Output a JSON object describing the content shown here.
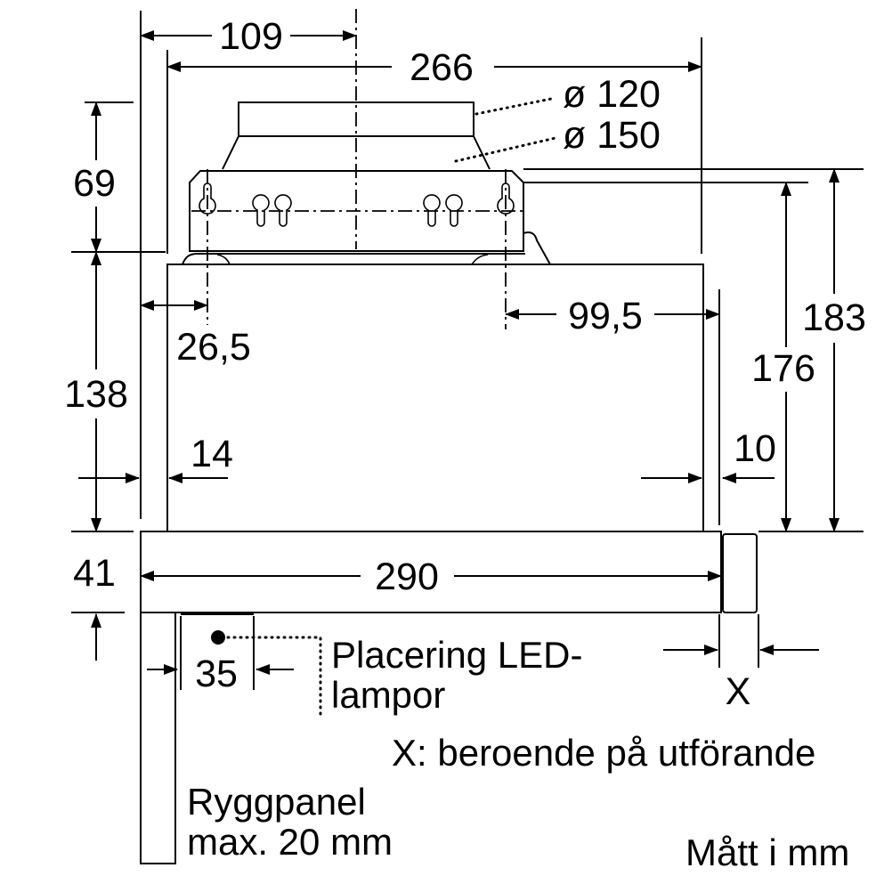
{
  "dimensions": {
    "top_offset": "109",
    "top_width": "266",
    "duct_small": "ø 120",
    "duct_large": "ø 150",
    "spigot_height": "69",
    "body_height": "138",
    "panel_height": "41",
    "bracket_left_offset": "26,5",
    "body_left_inset": "14",
    "bracket_right_offset": "99,5",
    "body_right_inset": "10",
    "height_176": "176",
    "height_183": "183",
    "panel_width": "290",
    "led_offset": "35",
    "variable_x": "X"
  },
  "labels": {
    "led_line1": "Placering LED-",
    "led_line2": "lampor",
    "x_note": "X: beroende på utförande",
    "back_panel_line1": "Ryggpanel",
    "back_panel_line2": "max. 20 mm",
    "units_note": "Mått i mm"
  }
}
